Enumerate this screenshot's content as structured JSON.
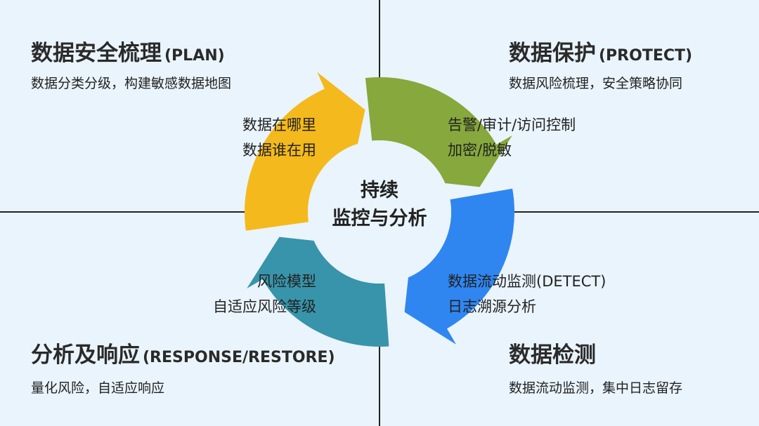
{
  "quadrants": {
    "plan": {
      "title": "数据安全梳理",
      "title_en": "(PLAN)",
      "desc": "数据分类分级，构建敏感数据地图"
    },
    "protect": {
      "title": "数据保护",
      "title_en": "(PROTECT)",
      "desc": "数据风险梳理，安全策略协同"
    },
    "response": {
      "title": "分析及响应",
      "title_en": "(RESPONSE/RESTORE)",
      "desc": "量化风险，自适应响应"
    },
    "detect": {
      "title": "数据检测",
      "title_en": "",
      "desc": "数据流动监测，集中日志留存"
    }
  },
  "cycle": {
    "center_line1": "持续",
    "center_line2": "监控与分析",
    "plan_items": [
      "数据在哪里",
      "数据谁在用"
    ],
    "protect_items": [
      "告警/审计/访问控制",
      "加密/脱敏"
    ],
    "detect_items": [
      "数据流动监测(DETECT)",
      "日志溯源分析"
    ],
    "response_items": [
      "风险模型",
      "自适应风险等级"
    ]
  },
  "colors": {
    "plan_arrow": "#f4b91c",
    "protect_arrow": "#86a83c",
    "detect_arrow": "#2f86f0",
    "response_arrow": "#3894aa",
    "background": "#eaf4fc"
  }
}
